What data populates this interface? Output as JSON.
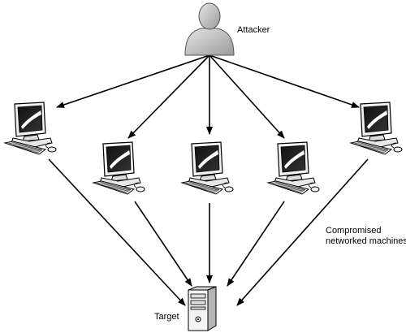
{
  "labels": {
    "attacker": "Attacker",
    "target": "Target",
    "compromised_line1": "Compromised",
    "compromised_line2": "networked machines"
  },
  "nodes": [
    {
      "id": "attacker",
      "kind": "person",
      "label_key": "attacker"
    },
    {
      "id": "machine-1",
      "kind": "computer"
    },
    {
      "id": "machine-2",
      "kind": "computer"
    },
    {
      "id": "machine-3",
      "kind": "computer"
    },
    {
      "id": "machine-4",
      "kind": "computer"
    },
    {
      "id": "machine-5",
      "kind": "computer"
    },
    {
      "id": "target",
      "kind": "server",
      "label_key": "target"
    }
  ],
  "edges": [
    {
      "from": "attacker",
      "to": "machine-1"
    },
    {
      "from": "attacker",
      "to": "machine-2"
    },
    {
      "from": "attacker",
      "to": "machine-3"
    },
    {
      "from": "attacker",
      "to": "machine-4"
    },
    {
      "from": "attacker",
      "to": "machine-5"
    },
    {
      "from": "machine-1",
      "to": "target"
    },
    {
      "from": "machine-2",
      "to": "target"
    },
    {
      "from": "machine-3",
      "to": "target"
    },
    {
      "from": "machine-4",
      "to": "target"
    },
    {
      "from": "machine-5",
      "to": "target"
    }
  ]
}
